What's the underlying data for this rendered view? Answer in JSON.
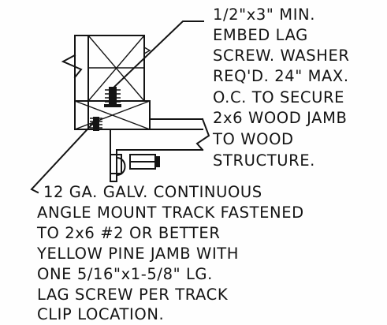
{
  "notes": {
    "top": {
      "lines": [
        "1/2\"x3\" MIN.",
        "EMBED LAG",
        "SCREW. WASHER",
        "REQ'D. 24\" MAX.",
        "O.C. TO SECURE",
        "2x6 WOOD JAMB",
        "TO WOOD",
        "STRUCTURE."
      ]
    },
    "bottom": {
      "lines": [
        "12 GA. GALV. CONTINUOUS",
        "ANGLE MOUNT TRACK FASTENED",
        "TO 2x6 #2 OR BETTER",
        "YELLOW PINE JAMB WITH",
        "ONE 5/16\"x1-5/8\" LG.",
        "LAG SCREW PER TRACK",
        "CLIP LOCATION."
      ]
    }
  },
  "colors": {
    "ink": "#141414",
    "paper": "#fefefe"
  }
}
